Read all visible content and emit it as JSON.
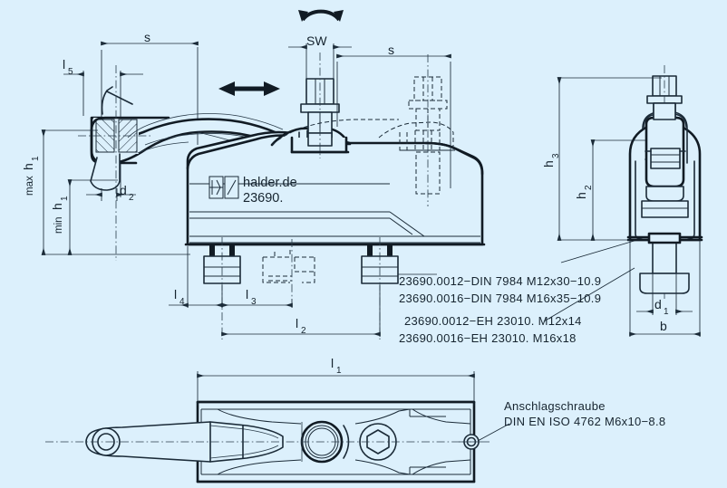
{
  "drawing": {
    "title": "halder.de 23690. clamp technical drawing",
    "background_color": "#dcf0fc",
    "line_color": "#1b2b38"
  },
  "logo": {
    "brand": "halder.de",
    "part_number": "23690."
  },
  "dimensions": {
    "s_top_left": "s",
    "s_top_right": "s",
    "sw": "SW",
    "l5": "l",
    "l5_sub": "5",
    "d2": "d",
    "d2_sub": "2",
    "max_h1_prefix": "max",
    "max_h1": "h",
    "max_h1_sub": "1",
    "min_h1_prefix": "min",
    "min_h1": "h",
    "min_h1_sub": "1",
    "l4": "l",
    "l4_sub": "4",
    "l3": "l",
    "l3_sub": "3",
    "l2": "l",
    "l2_sub": "2",
    "l1": "l",
    "l1_sub": "1",
    "h3": "h",
    "h3_sub": "3",
    "h2": "h",
    "h2_sub": "2",
    "d1": "d",
    "d1_sub": "1",
    "b": "b"
  },
  "callouts": {
    "screw_din": [
      "23690.0012−DIN 7984 M12x30−10.9",
      "23690.0016−DIN 7984 M16x35−10.9"
    ],
    "screw_eh": [
      "23690.0012−EH 23010. M12x14",
      "23690.0016−EH 23010. M16x18"
    ],
    "stop_screw": [
      "Anschlagschraube",
      "DIN EN ISO 4762 M6x10−8.8"
    ]
  },
  "icons": {
    "rotation": "rotation-arrow-icon",
    "translation": "double-arrow-icon"
  }
}
